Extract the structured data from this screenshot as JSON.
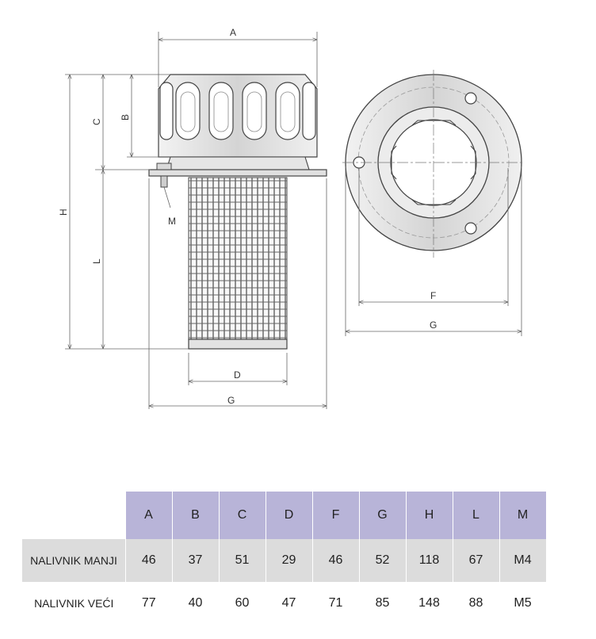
{
  "dimension_letters": {
    "A": "A",
    "B": "B",
    "C": "C",
    "H": "H",
    "L": "L",
    "M": "M",
    "D": "D",
    "G_side": "G",
    "F": "F",
    "G_top": "G"
  },
  "table": {
    "columns": [
      "A",
      "B",
      "C",
      "D",
      "F",
      "G",
      "H",
      "L",
      "M"
    ],
    "rows": [
      {
        "label": "NALIVNIK MANJI",
        "values": [
          "46",
          "37",
          "51",
          "29",
          "46",
          "52",
          "118",
          "67",
          "M4"
        ]
      },
      {
        "label": "NALIVNIK VEĆI",
        "values": [
          "77",
          "40",
          "60",
          "47",
          "71",
          "85",
          "148",
          "88",
          "M5"
        ]
      }
    ]
  },
  "colors": {
    "header": "#b8b4d8",
    "row_shaded": "#dcdcdc",
    "line": "#444444"
  }
}
